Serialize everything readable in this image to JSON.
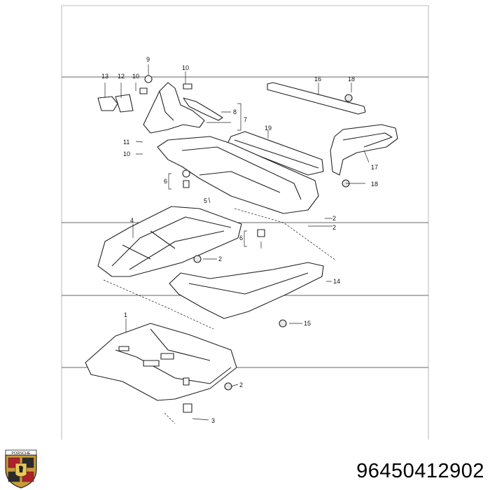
{
  "part_number": "96450412902",
  "brand_logo": "PORSCHE",
  "callouts": {
    "c1": "1",
    "c2a": "2",
    "c2b": "2",
    "c2c": "2",
    "c2d": "2",
    "c3": "3",
    "c4": "4",
    "c5": "5",
    "c6a": "6",
    "c6b": "6",
    "c7": "7",
    "c8": "8",
    "c9": "9",
    "c10a": "10",
    "c10b": "10",
    "c10c": "10",
    "c11": "11",
    "c12": "12",
    "c13": "13",
    "c14": "14",
    "c15": "15",
    "c16": "16",
    "c17": "17",
    "c18a": "18",
    "c18b": "18",
    "c19": "19"
  }
}
